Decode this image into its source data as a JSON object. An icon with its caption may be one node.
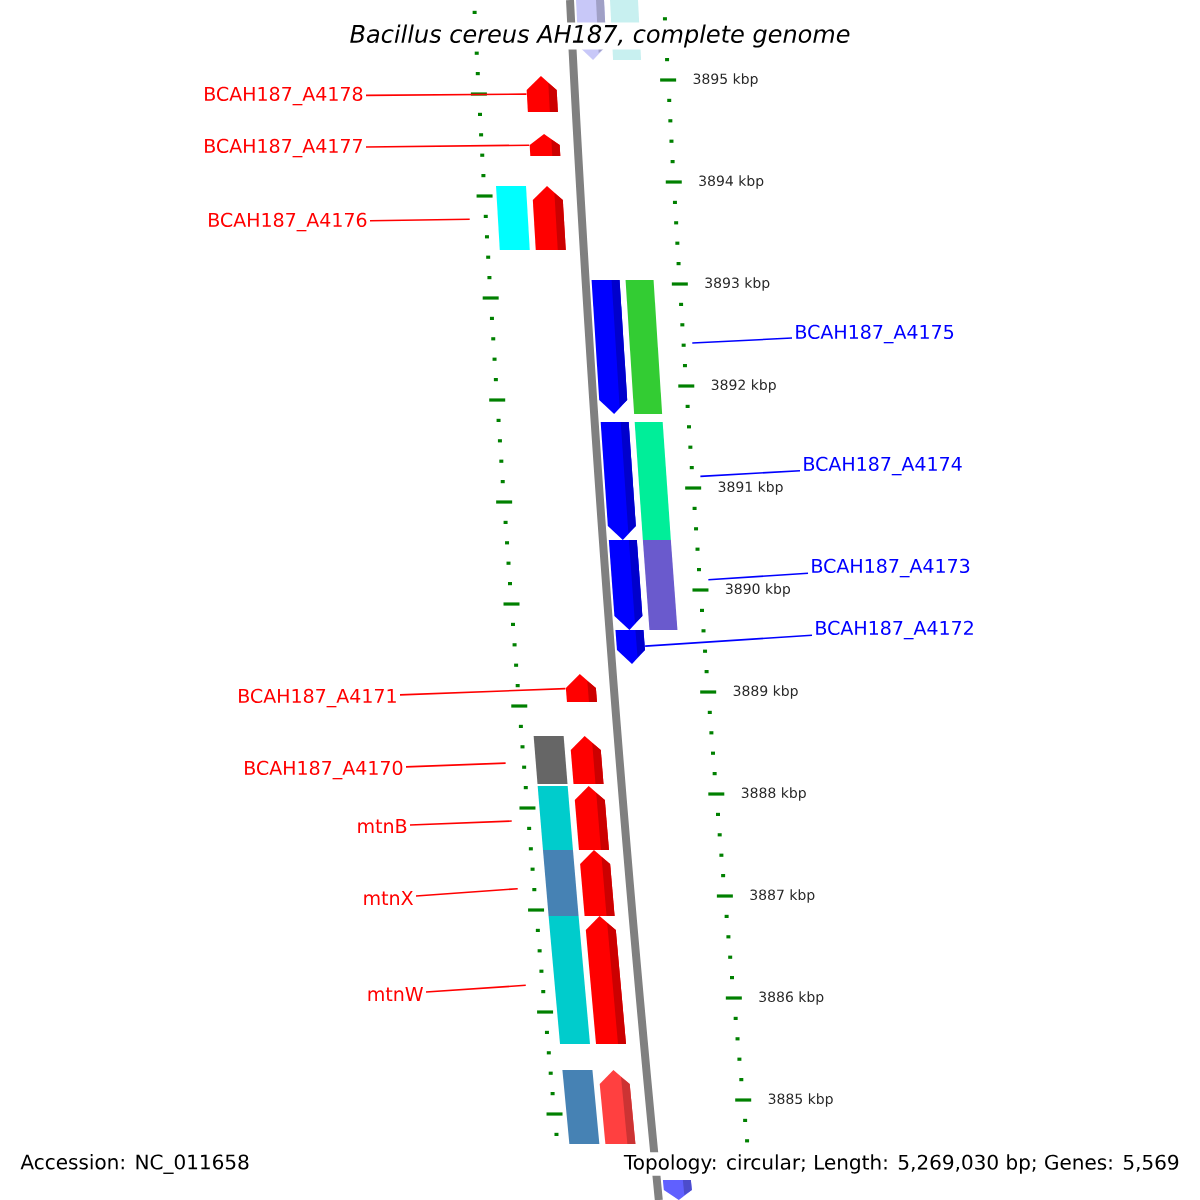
{
  "diagram": {
    "title": "Bacillus cereus AH187, complete genome",
    "nodes": [
      {
        "text": [
          "BCAH187_A4178"
        ]
      },
      {
        "text": [
          "BCAH187_A4177"
        ]
      },
      {
        "text": [
          "BCAH187_A4176"
        ]
      },
      {
        "text": [
          "BCAH187_A4171"
        ]
      },
      {
        "text": [
          "BCAH187_A4170"
        ]
      },
      {
        "text": [
          "mtnB"
        ]
      },
      {
        "text": [
          "mtnX"
        ]
      },
      {
        "text": [
          "mtnW"
        ]
      },
      {
        "text": [
          "BCAH187_A4175"
        ]
      },
      {
        "text": [
          "BCAH187_A4174"
        ]
      },
      {
        "text": [
          "BCAH187_A4173"
        ]
      },
      {
        "text": [
          "BCAH187_A4172"
        ]
      },
      {
        "text": [],
        "shape": "arrow"
      },
      {
        "text": [],
        "shape": "arrow"
      },
      {
        "text": [],
        "shape": "arrow"
      },
      {
        "text": [],
        "shape": "arrow"
      },
      {
        "text": [],
        "shape": "arrow"
      },
      {
        "text": [],
        "shape": "arrow"
      },
      {
        "text": [],
        "shape": "arrow"
      },
      {
        "text": [],
        "shape": "arrow"
      },
      {
        "text": [],
        "shape": "arrow"
      },
      {
        "text": [],
        "shape": "arrow"
      },
      {
        "text": [],
        "shape": "arrow"
      },
      {
        "text": [],
        "shape": "arrow"
      }
    ],
    "edges": [
      {
        "from": 0,
        "to": 12,
        "arrow": "none"
      },
      {
        "from": 1,
        "to": 13,
        "arrow": "none"
      },
      {
        "from": 2,
        "to": 14,
        "arrow": "none"
      },
      {
        "from": 3,
        "to": 15,
        "arrow": "none"
      },
      {
        "from": 4,
        "to": 16,
        "arrow": "none"
      },
      {
        "from": 5,
        "to": 17,
        "arrow": "none"
      },
      {
        "from": 6,
        "to": 18,
        "arrow": "none"
      },
      {
        "from": 7,
        "to": 19,
        "arrow": "none"
      },
      {
        "from": 8,
        "to": 20,
        "arrow": "none",
        "color": "#0000ff"
      },
      {
        "from": 9,
        "to": 21,
        "arrow": "none",
        "color": "#0000ff"
      },
      {
        "from": 10,
        "to": 22,
        "arrow": "none",
        "color": "#0000ff"
      },
      {
        "from": 11,
        "to": 23,
        "arrow": "none",
        "color": "#0000ff"
      }
    ],
    "labels": [
      "3895 kbp",
      "3894 kbp",
      "3893 kbp",
      "3892 kbp",
      "3891 kbp",
      "3890 kbp",
      "3889 kbp",
      "3888 kbp",
      "3887 kbp",
      "3886 kbp",
      "3885 kbp",
      "Accession: NC_011658",
      "Topology: circular; Length: 5,269,030 bp; Genes: 5,569"
    ]
  }
}
